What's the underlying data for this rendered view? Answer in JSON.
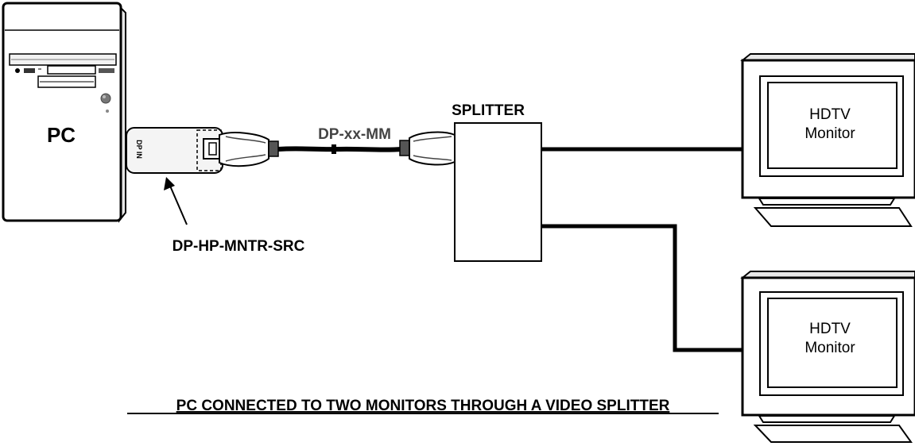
{
  "pc": {
    "label": "PC"
  },
  "adapter": {
    "label": "DP-HP-MNTR-SRC",
    "port_text": "DP IN"
  },
  "cable": {
    "label": "DP-xx-MM"
  },
  "splitter": {
    "label": "SPLITTER"
  },
  "monitors": [
    {
      "line1": "HDTV",
      "line2": "Monitor"
    },
    {
      "line1": "HDTV",
      "line2": "Monitor"
    }
  ],
  "caption": "PC CONNECTED TO TWO MONITORS THROUGH A VIDEO SPLITTER"
}
